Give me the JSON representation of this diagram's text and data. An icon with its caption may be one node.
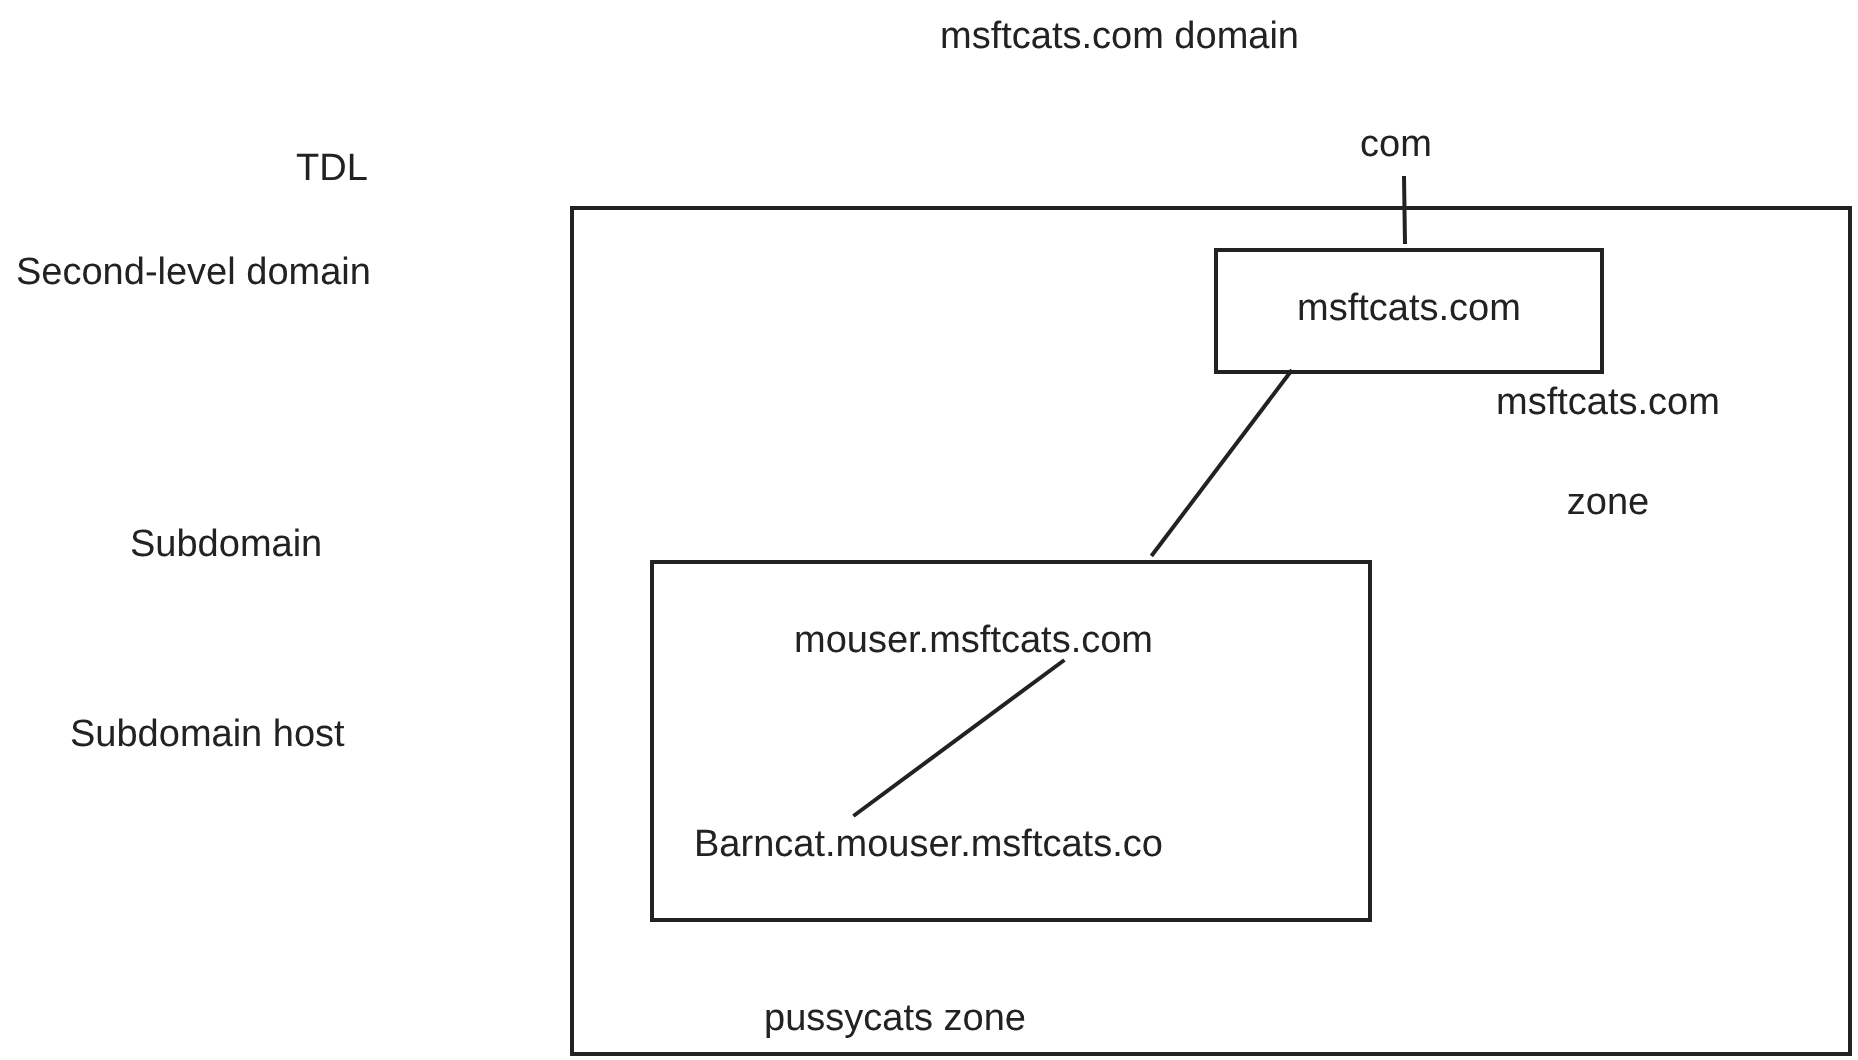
{
  "diagram": {
    "title": "msftcats.com domain",
    "nodes": [
      {
        "text": [
          "msftcats.com zone",
          "pussycats zone"
        ]
      },
      {
        "text": [
          "com"
        ]
      },
      {
        "text": [
          "msftcats.com"
        ],
        "in": 0
      },
      {
        "text": [],
        "shape": "box",
        "in": 0
      },
      {
        "text": [
          "mouser.msftcats.com"
        ],
        "in": 3
      },
      {
        "text": [
          "Barncat.mouser.msftcats.co"
        ],
        "in": 3
      }
    ],
    "edges": [
      {
        "from": 1,
        "to": 2,
        "arrow": "none"
      },
      {
        "from": 2,
        "to": 3,
        "arrow": "none"
      },
      {
        "from": 4,
        "to": 5,
        "arrow": "none"
      }
    ],
    "labels": [
      "TDL",
      "Second-level domain",
      "Subdomain",
      "Subdomain host"
    ]
  }
}
